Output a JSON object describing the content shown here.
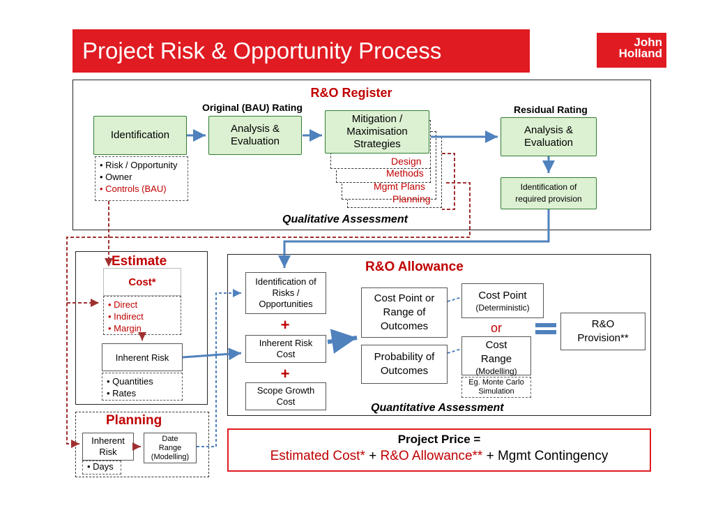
{
  "header": {
    "title": "Project Risk & Opportunity Process",
    "logo_line1": "John",
    "logo_line2": "Holland"
  },
  "register": {
    "title": "R&O Register",
    "original_rating": "Original (BAU) Rating",
    "residual_rating": "Residual Rating",
    "identification": "Identification",
    "ident_list": [
      "• Risk / Opportunity",
      "• Owner",
      "• Controls (BAU)"
    ],
    "analysis": "Analysis & Evaluation",
    "mitigation": "Mitigation / Maximisation Strategies",
    "strategy_items": [
      "Design",
      "Methods",
      "Mgmt Plans",
      "Planning"
    ],
    "residual_analysis": "Analysis & Evaluation",
    "provision": "Identification of required provision",
    "qualitative": "Qualitative Assessment"
  },
  "estimate": {
    "title": "Estimate",
    "cost": "Cost*",
    "cost_list": [
      "• Direct",
      "• Indirect",
      "• Margin"
    ],
    "inherent": "Inherent Risk",
    "inherent_list": [
      "• Quantities",
      "• Rates"
    ]
  },
  "planning": {
    "title": "Planning",
    "inherent": "Inherent Risk",
    "days": "• Days",
    "date_range": "Date Range (Modelling)"
  },
  "allowance": {
    "title": "R&O Allowance",
    "ident_risks": "Identification of Risks / Opportunities",
    "inherent_cost": "Inherent Risk Cost",
    "scope_growth": "Scope Growth Cost",
    "plus": "+",
    "cost_point_range": "Cost Point or Range of Outcomes",
    "probability": "Probability of Outcomes",
    "cost_point": "Cost Point",
    "deterministic": "(Deterministic)",
    "or": "or",
    "cost_range": "Cost Range",
    "modelling": "(Modelling)",
    "monte_carlo": "Eg. Monte Carlo Simulation",
    "equals": "=",
    "provision": "R&O Provision**",
    "quantitative": "Quantitative Assessment"
  },
  "price": {
    "line1": "Project Price =",
    "part1": "Estimated Cost*",
    "plus1": " + ",
    "part2": "R&O Allowance**",
    "plus2": " + ",
    "part3": "Mgmt Contingency"
  },
  "colors": {
    "accent_red": "#e01b22",
    "dark_red": "#c00000",
    "green_fill": "#dcf0d2",
    "arrow_blue": "#4f81bd"
  }
}
